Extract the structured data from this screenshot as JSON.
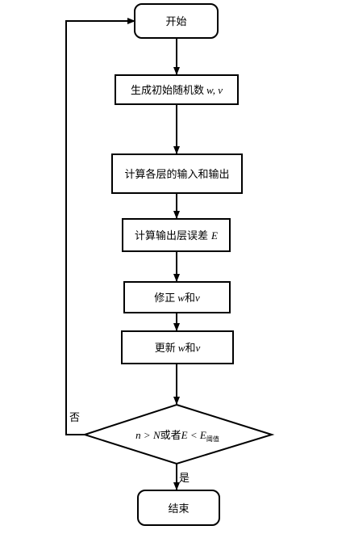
{
  "nodes": {
    "start": {
      "label": "开始"
    },
    "init": {
      "label": "生成初始随机数",
      "math": "w, v"
    },
    "compute_io": {
      "label": "计算各层的输入和输出"
    },
    "compute_error": {
      "label": "计算输出层误差",
      "math": "E"
    },
    "correct": {
      "label": "修正",
      "math_a": "w",
      "mid": "和",
      "math_b": "v"
    },
    "update": {
      "label": "更新",
      "math_a": "w",
      "mid": "和",
      "math_b": "v"
    },
    "decision": {
      "math_n": "n",
      "op1": " > ",
      "math_N": "N",
      "or_text": "或者",
      "math_E": "E",
      "op2": " < ",
      "math_E2": "E",
      "sub": "阈值"
    },
    "end": {
      "label": "结束"
    }
  },
  "edges": {
    "no_label": "否",
    "yes_label": "是"
  },
  "colors": {
    "stroke": "#000000",
    "fill": "#ffffff"
  }
}
